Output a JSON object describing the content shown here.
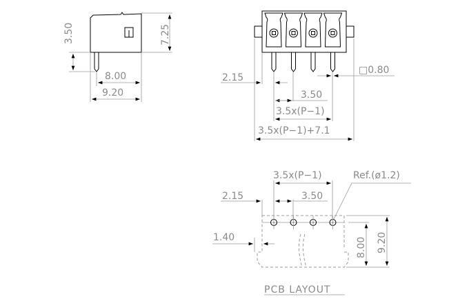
{
  "side_view": {
    "dim_height_pin": "3.50",
    "dim_height_body": "7.25",
    "dim_width_inner": "8.00",
    "dim_width_outer": "9.20"
  },
  "front_view": {
    "pin_count": 4,
    "dim_edge_offset": "2.15",
    "dim_pin_size": "□0.80",
    "dim_pitch": "3.50",
    "dim_span": "3.5x(P−1)",
    "dim_total": "3.5x(P−1)+7.1"
  },
  "pcb_layout": {
    "title": "PCB LAYOUT",
    "dim_span": "3.5x(P−1)",
    "dim_ref_hole": "Ref.(ø1.2)",
    "dim_edge_offset": "2.15",
    "dim_pitch": "3.50",
    "dim_margin": "1.40",
    "dim_height_inner": "8.00",
    "dim_height_outer": "9.20"
  }
}
